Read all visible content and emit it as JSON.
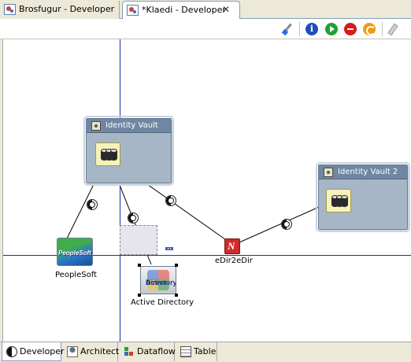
{
  "editor_tabs": [
    {
      "label": "Brosfugur - Developer",
      "active": false
    },
    {
      "label": "*Klaedi - Developer",
      "active": true,
      "close_glyph": "✕"
    }
  ],
  "toolbar": {
    "info_glyph": "i",
    "icons": [
      "brush-icon",
      "info-icon",
      "run-icon",
      "stop-icon",
      "refresh-icon",
      "eraser-icon"
    ]
  },
  "canvas": {
    "vaults": [
      {
        "title": "Identity Vault"
      },
      {
        "title": "Identity Vault 2"
      }
    ],
    "applications": [
      {
        "label": "PeopleSoft",
        "logo_text": "PeopleSoft"
      },
      {
        "label": "Active Directory",
        "logo_text_1": "Active",
        "logo_text_2": "Directory",
        "selected": true
      },
      {
        "label": "eDir2eDir"
      }
    ],
    "colors": {
      "vault_header": "#6f87a2",
      "vault_body": "#a6b6c6",
      "guide_line": "#1c2fa8",
      "edir_badge": "#cf2b2b"
    }
  },
  "view_tabs": [
    {
      "label": "Developer",
      "active": true
    },
    {
      "label": "Architect",
      "active": false
    },
    {
      "label": "Dataflow",
      "active": false
    },
    {
      "label": "Table",
      "active": false
    }
  ]
}
